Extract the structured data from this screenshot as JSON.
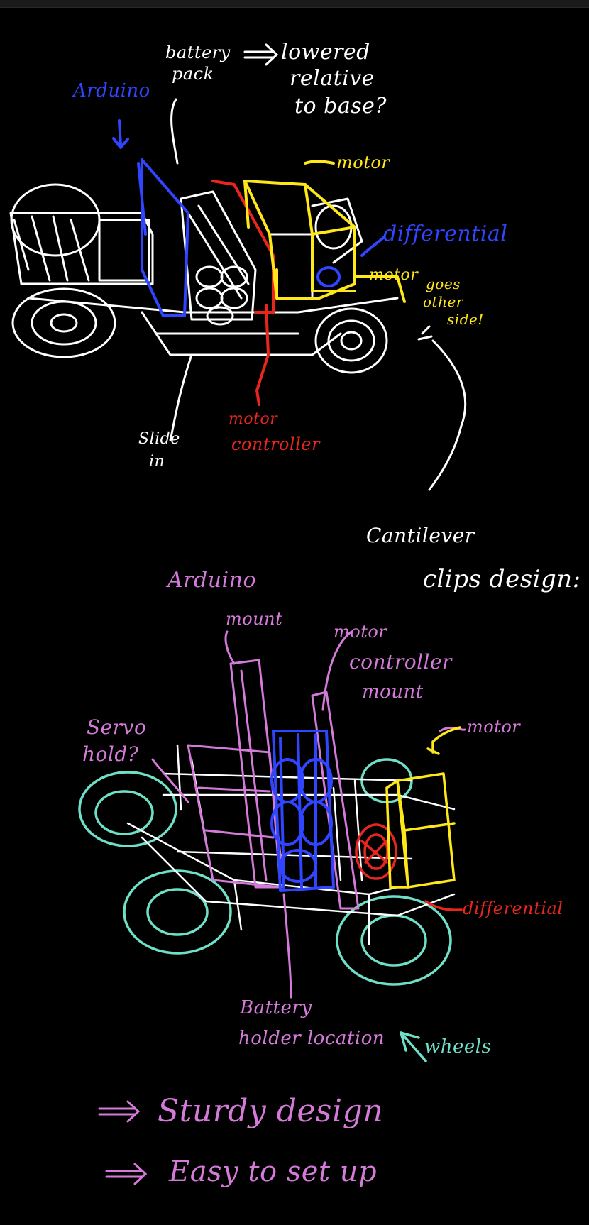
{
  "colors": {
    "background": "#000000",
    "white": "#ffffff",
    "blue": "#2f45ff",
    "red": "#e8261e",
    "yellow": "#ffe81a",
    "pink": "#d47ad8",
    "teal": "#6fe0c8"
  },
  "sketch1": {
    "arduino_label": "Arduino",
    "battery_label_line1": "battery",
    "battery_label_line2": "pack",
    "note_line1": "lowered",
    "note_line2": "relative",
    "note_line3": "to base?",
    "motor_label": "motor",
    "differential_label": "differential",
    "motor_other_side_label": "motor",
    "goes_other_side_line1": "goes",
    "goes_other_side_line2": "other",
    "goes_other_side_line3": "side!",
    "slide_in_line1": "Slide",
    "slide_in_line2": "in",
    "motor_controller_line1": "motor",
    "motor_controller_line2": "controller",
    "cantilever_line1": "Cantilever",
    "cantilever_line2": "clips design:"
  },
  "sketch2": {
    "arduino_label": "Arduino",
    "arduino_mount_label": "mount",
    "motor_controller_line1": "motor",
    "motor_controller_line2": "controller",
    "motor_controller_line3": "mount",
    "servo_hold_line1": "Servo",
    "servo_hold_line2": "hold?",
    "motor_label": "motor",
    "differential_label": "differential",
    "battery_holder_line1": "Battery",
    "battery_holder_line2": "holder location",
    "wheels_label": "wheels"
  },
  "notes": {
    "bullet1": "Sturdy design",
    "bullet2": "Easy to set up"
  }
}
